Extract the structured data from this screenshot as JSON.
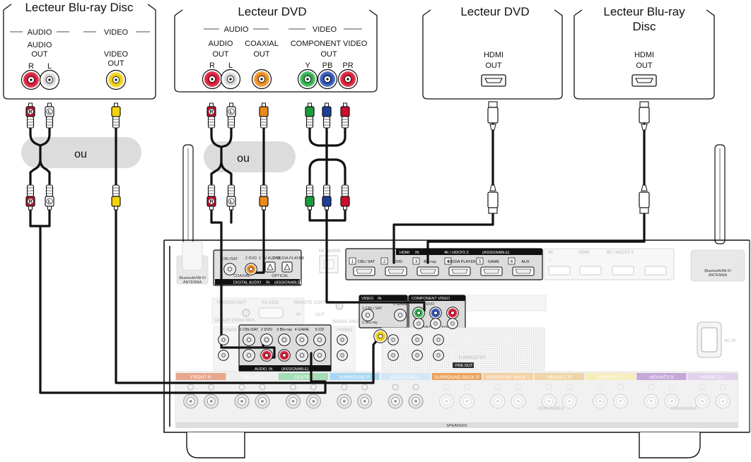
{
  "devices": {
    "bluray_analog": {
      "title": "Lecteur Blu-ray Disc",
      "audio_header": "AUDIO",
      "video_header": "VIDEO",
      "audio_out_l1": "AUDIO",
      "audio_out_l2": "OUT",
      "r": "R",
      "l": "L",
      "video_out_l1": "VIDEO",
      "video_out_l2": "OUT"
    },
    "dvd_analog": {
      "title": "Lecteur DVD",
      "audio_header": "AUDIO",
      "video_header": "VIDEO",
      "audio_out_l1": "AUDIO",
      "audio_out_l2": "OUT",
      "coax_l1": "COAXIAL",
      "coax_l2": "OUT",
      "component_l1": "COMPONENT VIDEO",
      "component_l2": "OUT",
      "r": "R",
      "l": "L",
      "y": "Y",
      "pb": "PB",
      "pr": "PR"
    },
    "dvd_hdmi": {
      "title": "Lecteur DVD",
      "out_l1": "HDMI",
      "out_l2": "OUT"
    },
    "bluray_hdmi": {
      "title_l1": "Lecteur Blu-ray",
      "title_l2": "Disc",
      "out_l1": "HDMI",
      "out_l2": "OUT"
    }
  },
  "or_labels": [
    "ou",
    "ou"
  ],
  "plug_marks": {
    "r": "R",
    "l": "L"
  },
  "receiver": {
    "antenna_label_l1": "Bluetooth/Wi-Fi",
    "antenna_label_l2": "ANTENNA",
    "digital_audio": {
      "title": "DIGITAL AUDIO",
      "in_tag": "IN",
      "assignable": "(ASSIGNABLE)",
      "coaxial": "COAXIAL",
      "optical": "OPTICAL",
      "in1": "CBL/SAT",
      "in2": "2 DVD",
      "in3": "1 TV AUDIO",
      "in4": "2 MEDIA PLAYER"
    },
    "network": "NETWORK",
    "hdmi_in": {
      "title": "HDMI",
      "in_tag": "IN",
      "spec": "4K / HDCP2.3",
      "assignable": "(ASSIGNABLE)",
      "inputs": [
        {
          "num": "1",
          "name": "CBL/ SAT"
        },
        {
          "num": "2",
          "name": "DVD"
        },
        {
          "num": "3",
          "name": "Blu-ray"
        },
        {
          "num": "4",
          "name": "MEDIA PLAYER"
        },
        {
          "num": "5",
          "name": "GAME"
        },
        {
          "num": "6",
          "name": "AUX"
        }
      ],
      "num7": "7",
      "k8": "8K"
    },
    "hdmi_out": {
      "title": "HDMI",
      "spec": "8K / HDCP2.3"
    },
    "video_in": {
      "title": "VIDEO",
      "in_tag": "IN",
      "assignable": "(ASSIGNABLE)",
      "in1": "1 CBL/ SAT",
      "in2": "2 Blu-ray",
      "in3": "3 GAME"
    },
    "component_in": {
      "title": "COMPONENT VIDEO",
      "assignable": "(ASSIGNABLE)",
      "in1": "1 DVD",
      "in2": "2 MEDIA PLAYER"
    },
    "audio_in": {
      "title": "AUDIO",
      "in_tag": "IN",
      "assignable": "(ASSIGNABLE)",
      "inputs": [
        "1 CBL/SAT",
        "2 DVD",
        "3 Blu-ray",
        "4 GAME",
        "5 CD"
      ],
      "tuner": "TUNER",
      "phono": "PHONO"
    },
    "misc": {
      "trigger_out": "TRIGGER OUT",
      "rs232c": "RS-232C",
      "remote_control": "REMOTE CONTROL",
      "signal_gnd": "SIGNAL GND",
      "in": "IN",
      "out": "OUT",
      "dc12v": "DC 12V 150mA MAX."
    },
    "pre_out": "PRE OUT",
    "subwoofer": "SUBWOOFER",
    "ac_in": "AC IN",
    "speakers": {
      "label": "SPEAKERS",
      "assignable": "ASSIGNABLE",
      "groups": [
        {
          "name": "FRONT R",
          "color": "#e8a68c"
        },
        {
          "name": "FRONT L",
          "color": "#efefef"
        },
        {
          "name": "CENTER",
          "color": "#a4dcb4"
        },
        {
          "name": "SURROUND R",
          "color": "#a7d7f2"
        },
        {
          "name": "SURROUND L",
          "color": "#d3e7f6"
        },
        {
          "name": "SURROUND BACK R",
          "color": "#e9a35e"
        },
        {
          "name": "SURROUND BACK L",
          "color": "#f4cfa2"
        },
        {
          "name": "HEIGHT1 R",
          "color": "#f0d6a6"
        },
        {
          "name": "HEIGHT1 L",
          "color": "#f5edbc"
        },
        {
          "name": "HEIGHT2 R",
          "color": "#c5a7d8"
        },
        {
          "name": "HEIGHT2 L",
          "color": "#e1d1ec"
        }
      ]
    }
  },
  "colors": {
    "red": "#c8102e",
    "white": "#ffffff",
    "yellow": "#f4d20c",
    "orange": "#ea8a1a",
    "green": "#1d9a3c",
    "blue": "#1c3f99",
    "frame": "#111111",
    "or_bubble": "#dcdcdc"
  }
}
